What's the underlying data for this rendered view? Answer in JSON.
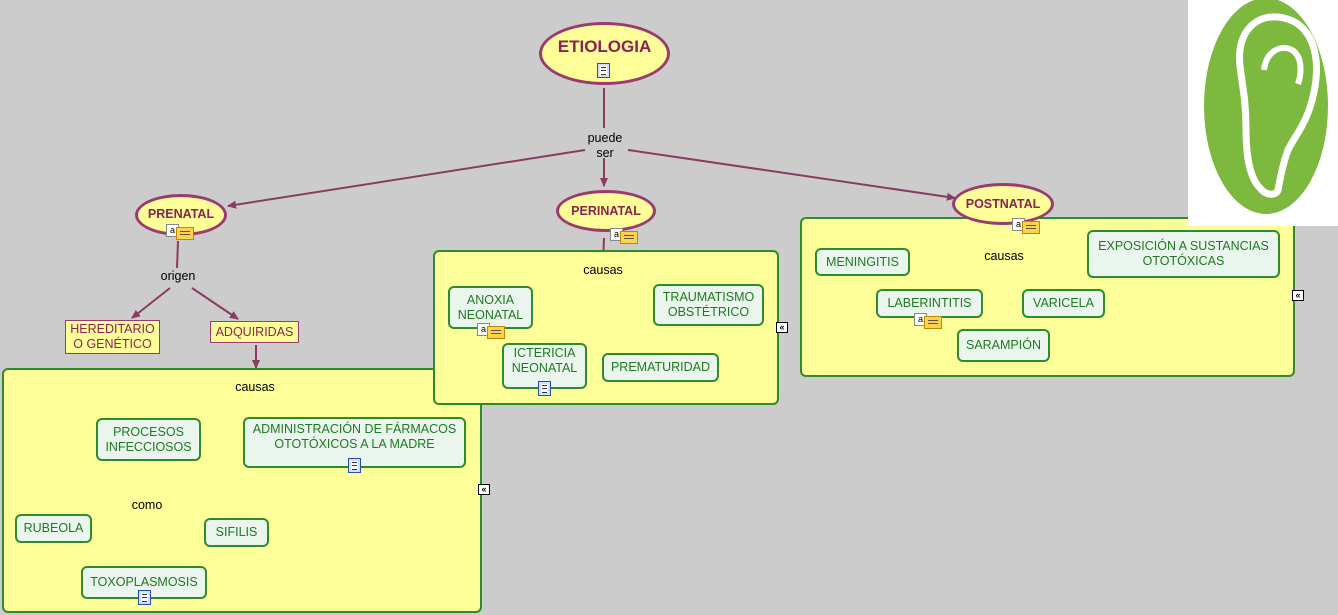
{
  "colors": {
    "background": "#cccccc",
    "panel_fill": "#ffff99",
    "panel_border": "#2e8b2e",
    "link": "#8b3a62",
    "concept_text": "#1f7a1f",
    "oval_border": "#9c3a6e",
    "logo_green": "#7cb93e"
  },
  "root": {
    "label": "ETIOLOGIA"
  },
  "root_link": {
    "label": "puede\nser"
  },
  "prenatal": {
    "label": "PRENATAL",
    "link_label": "origen",
    "hereditario": "HEREDITARIO\nO GENÉTICO",
    "adquiridas": "ADQUIRIDAS",
    "causes_link": "causas",
    "procesos": "PROCESOS\nINFECCIOSOS",
    "administracion": "ADMINISTRACIÓN DE FÁRMACOS\nOTOTÓXICOS A LA MADRE",
    "como": "como",
    "rubeola": "RUBEOLA",
    "sifilis": "SIFILIS",
    "toxoplasmosis": "TOXOPLASMOSIS"
  },
  "perinatal": {
    "label": "PERINATAL",
    "causes_link": "causas",
    "anoxia": "ANOXIA\nNEONATAL",
    "traumatismo": "TRAUMATISMO\nOBSTÉTRICO",
    "ictericia": "ICTERICIA\nNEONATAL",
    "prematuridad": "PREMATURIDAD"
  },
  "postnatal": {
    "label": "POSTNATAL",
    "causes_link": "causas",
    "meningitis": "MENINGITIS",
    "exposicion": "EXPOSICIÓN A SUSTANCIAS\nOTOTÓXICAS",
    "laberintitis": "LABERINTITIS",
    "varicela": "VARICELA",
    "sarampion": "SARAMPIÓN"
  },
  "icons": {
    "document": "document-icon",
    "annotation": "annotation-icon",
    "expand": "expand-icon",
    "logo": "ear-logo"
  }
}
